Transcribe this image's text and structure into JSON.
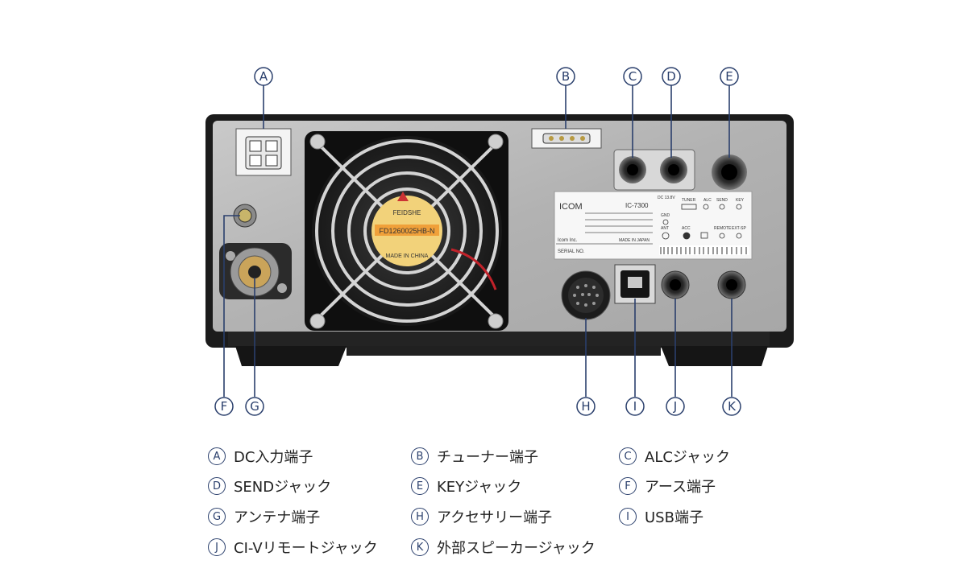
{
  "device": {
    "brand": "ICOM",
    "model": "IC-7300",
    "maker": "Icom Inc.",
    "made_in": "MADE IN JAPAN",
    "serial_label": "SERIAL NO.",
    "jack_labels": {
      "dc": "DC 13.8V",
      "tuner": "TUNER",
      "alc": "ALC",
      "send": "SEND",
      "key": "KEY",
      "gnd": "GND",
      "ant": "ANT",
      "acc": "ACC",
      "remote": "REMOTE",
      "ext_sp": "EXT-SP"
    },
    "fan_label": {
      "line1": "FEIDSHE",
      "line2": "FD1260025HB-N",
      "line3": "MADE IN CHINA"
    }
  },
  "callouts": {
    "A": "A",
    "B": "B",
    "C": "C",
    "D": "D",
    "E": "E",
    "F": "F",
    "G": "G",
    "H": "H",
    "I": "I",
    "J": "J",
    "K": "K"
  },
  "legend": [
    {
      "letter": "A",
      "text": "DC入力端子"
    },
    {
      "letter": "B",
      "text": "チューナー端子"
    },
    {
      "letter": "C",
      "text": "ALCジャック"
    },
    {
      "letter": "D",
      "text": "SENDジャック"
    },
    {
      "letter": "E",
      "text": "KEYジャック"
    },
    {
      "letter": "F",
      "text": "アース端子"
    },
    {
      "letter": "G",
      "text": "アンテナ端子"
    },
    {
      "letter": "H",
      "text": "アクセサリー端子"
    },
    {
      "letter": "I",
      "text": "USB端子"
    },
    {
      "letter": "J",
      "text": "CI-Vリモートジャック"
    },
    {
      "letter": "K",
      "text": "外部スピーカージャック"
    }
  ],
  "colors": {
    "accent": "#2a3f6c",
    "panel": "#b8b8b8",
    "body": "#1e1e1e"
  }
}
